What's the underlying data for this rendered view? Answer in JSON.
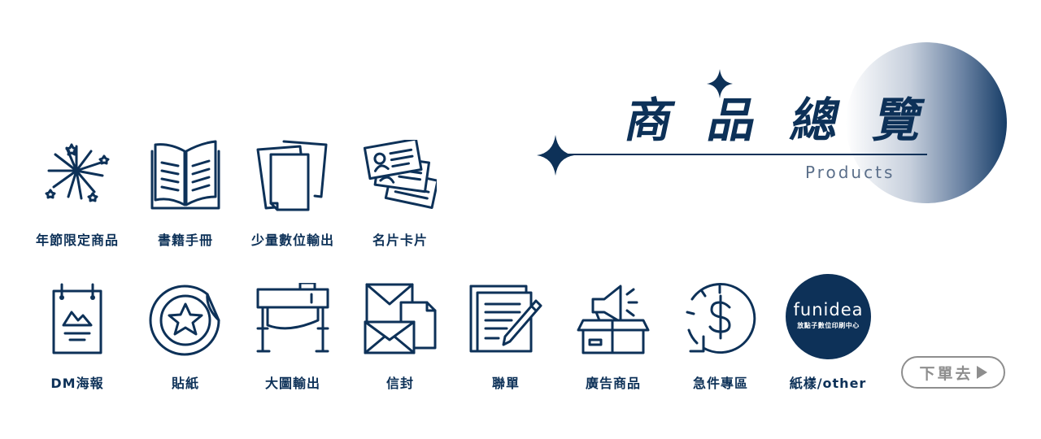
{
  "hero": {
    "title": "商品總覽",
    "subtitle": "Products"
  },
  "colors": {
    "navy": "#0d3158",
    "gray": "#8e8e8e"
  },
  "row1": [
    {
      "label": "年節限定商品",
      "icon": "fireworks-icon"
    },
    {
      "label": "書籍手冊",
      "icon": "open-book-icon"
    },
    {
      "label": "少量數位輸出",
      "icon": "paper-stack-icon"
    },
    {
      "label": "名片卡片",
      "icon": "business-card-icon"
    }
  ],
  "row2": [
    {
      "label": "DM海報",
      "icon": "poster-icon"
    },
    {
      "label": "貼紙",
      "icon": "sticker-icon"
    },
    {
      "label": "大圖輸出",
      "icon": "large-format-printer-icon"
    },
    {
      "label": "信封",
      "icon": "envelope-icon"
    },
    {
      "label": "聯單",
      "icon": "form-pen-icon"
    },
    {
      "label": "廣告商品",
      "icon": "megaphone-box-icon"
    },
    {
      "label": "急件專區",
      "icon": "dollar-clock-icon"
    },
    {
      "label": "紙樣/other",
      "icon": "funidea-logo"
    }
  ],
  "brand": {
    "name": "funidea",
    "tagline": "放點子數位印刷中心"
  },
  "order": {
    "label": "下單去"
  }
}
